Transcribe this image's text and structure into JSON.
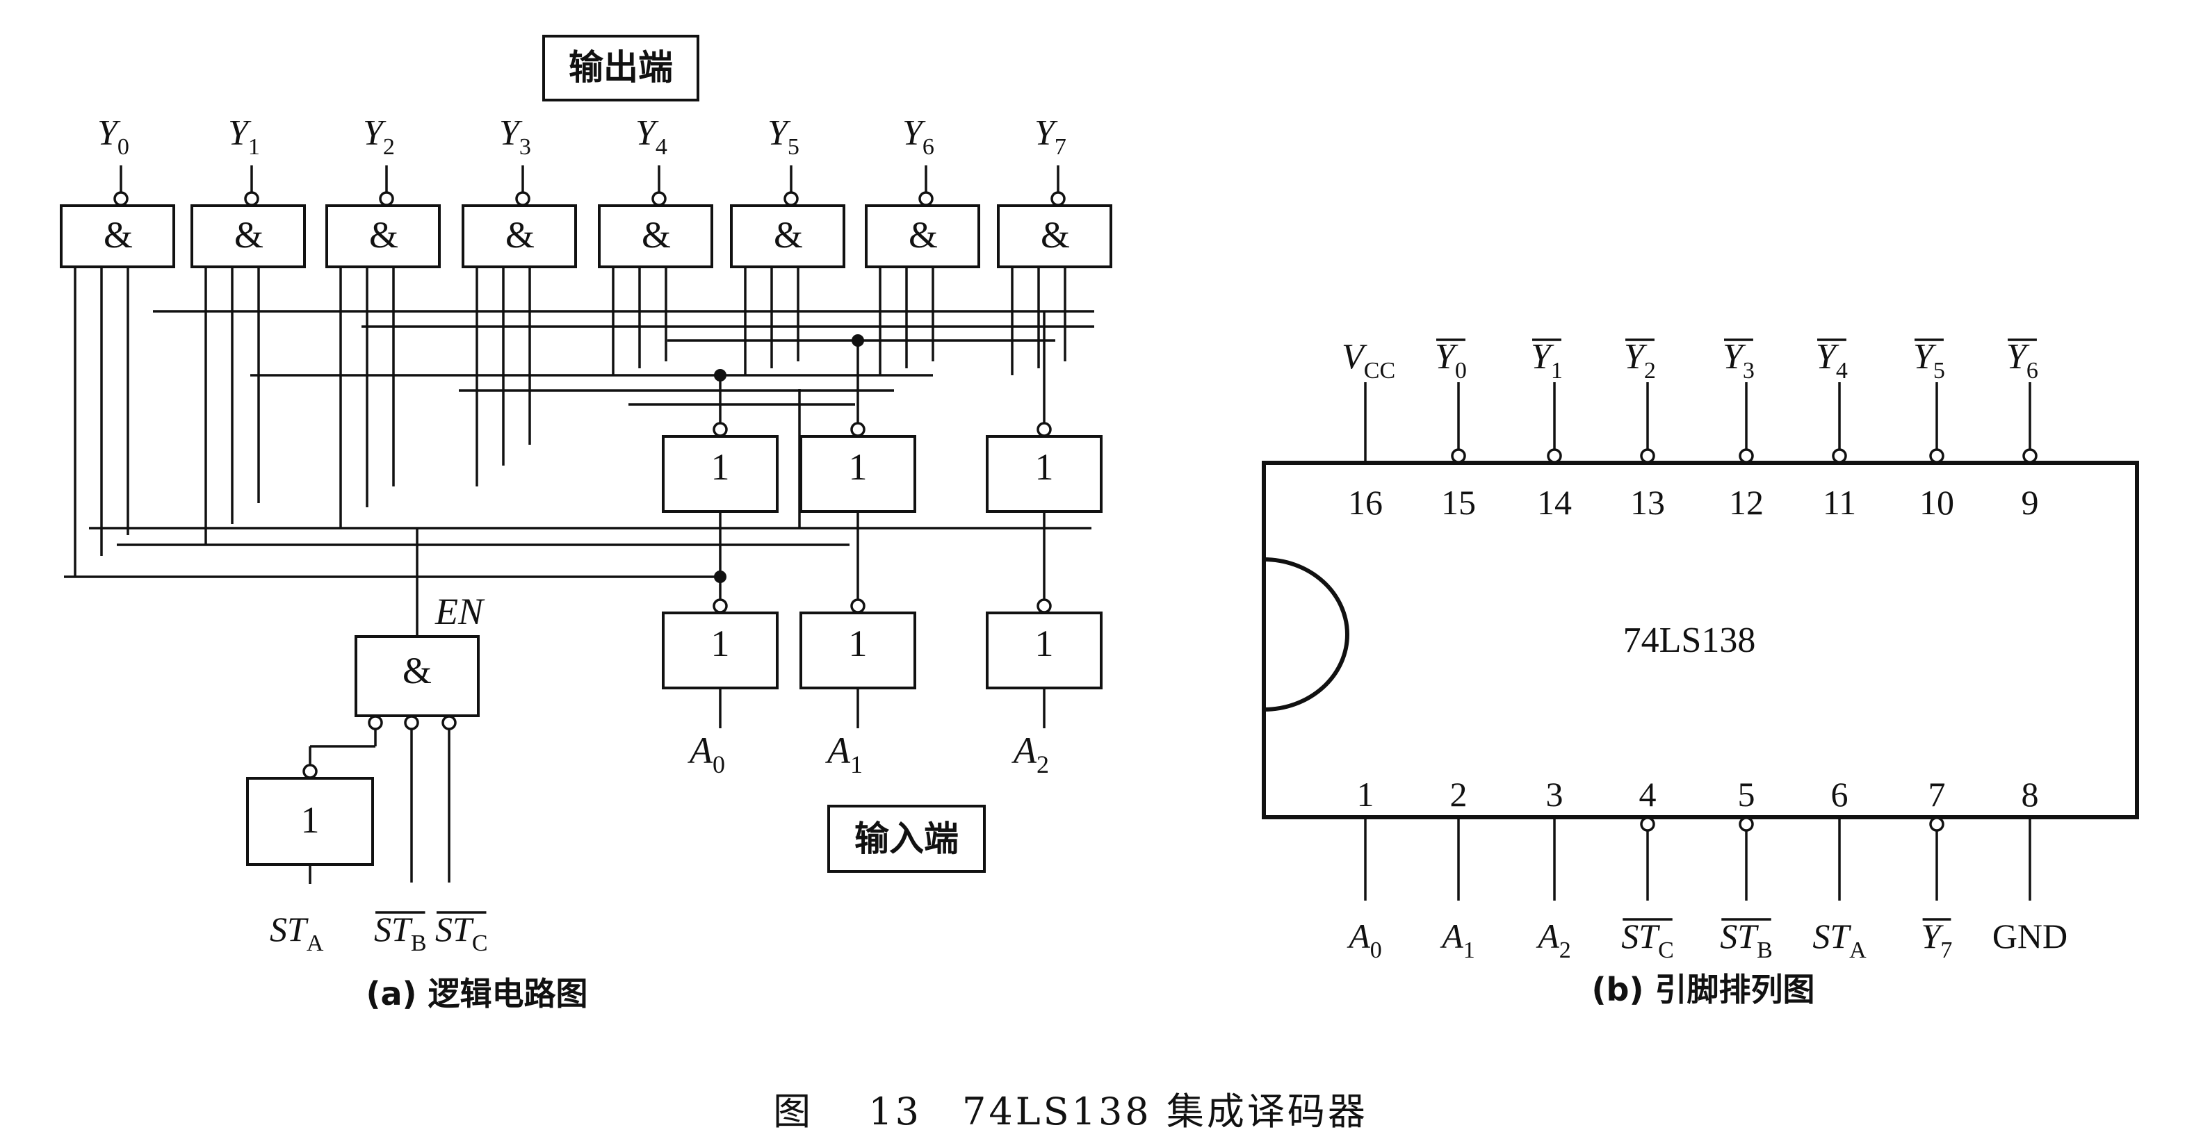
{
  "logic": {
    "output_box": "输出端",
    "input_box": "输入端",
    "outputs": [
      {
        "main": "Y",
        "sub": "0"
      },
      {
        "main": "Y",
        "sub": "1"
      },
      {
        "main": "Y",
        "sub": "2"
      },
      {
        "main": "Y",
        "sub": "3"
      },
      {
        "main": "Y",
        "sub": "4"
      },
      {
        "main": "Y",
        "sub": "5"
      },
      {
        "main": "Y",
        "sub": "6"
      },
      {
        "main": "Y",
        "sub": "7"
      }
    ],
    "and_symbol": "&",
    "not_symbol": "1",
    "en_label": "EN",
    "inputs": [
      {
        "main": "A",
        "sub": "0"
      },
      {
        "main": "A",
        "sub": "1"
      },
      {
        "main": "A",
        "sub": "2"
      }
    ],
    "enables": [
      {
        "main": "ST",
        "sub": "A",
        "overline": false
      },
      {
        "main": "ST",
        "sub": "B",
        "overline": true
      },
      {
        "main": "ST",
        "sub": "C",
        "overline": true
      }
    ],
    "caption": "(a) 逻辑电路图"
  },
  "pinout": {
    "chip_name": "74LS138",
    "top_labels": [
      {
        "main": "V",
        "sub": "CC",
        "overline": false
      },
      {
        "main": "Y",
        "sub": "0",
        "overline": true
      },
      {
        "main": "Y",
        "sub": "1",
        "overline": true
      },
      {
        "main": "Y",
        "sub": "2",
        "overline": true
      },
      {
        "main": "Y",
        "sub": "3",
        "overline": true
      },
      {
        "main": "Y",
        "sub": "4",
        "overline": true
      },
      {
        "main": "Y",
        "sub": "5",
        "overline": true
      },
      {
        "main": "Y",
        "sub": "6",
        "overline": true
      }
    ],
    "top_pins": [
      "16",
      "15",
      "14",
      "13",
      "12",
      "11",
      "10",
      "9"
    ],
    "bottom_pins": [
      "1",
      "2",
      "3",
      "4",
      "5",
      "6",
      "7",
      "8"
    ],
    "bottom_labels": [
      {
        "main": "A",
        "sub": "0",
        "overline": false
      },
      {
        "main": "A",
        "sub": "1",
        "overline": false
      },
      {
        "main": "A",
        "sub": "2",
        "overline": false
      },
      {
        "main": "ST",
        "sub": "C",
        "overline": true
      },
      {
        "main": "ST",
        "sub": "B",
        "overline": true
      },
      {
        "main": "ST",
        "sub": "A",
        "overline": false
      },
      {
        "main": "Y",
        "sub": "7",
        "overline": true
      },
      {
        "main": "GND",
        "sub": "",
        "overline": false
      }
    ],
    "caption": "(b) 引脚排列图"
  },
  "figure_caption": "图　 13　74LS138 集成译码器"
}
